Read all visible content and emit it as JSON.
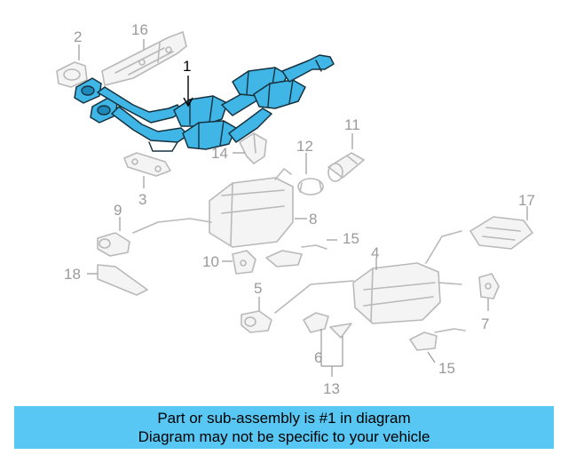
{
  "diagram": {
    "callouts": {
      "c1": "1",
      "c2": "2",
      "c3": "3",
      "c4": "4",
      "c5": "5",
      "c6": "6",
      "c7": "7",
      "c8": "8",
      "c9": "9",
      "c10": "10",
      "c11": "11",
      "c12": "12",
      "c13": "13",
      "c14": "14",
      "c15a": "15",
      "c15b": "15",
      "c16": "16",
      "c17": "17",
      "c18": "18"
    },
    "highlight_color": "#3fb6e6"
  },
  "banner": {
    "line1": "Part or sub-assembly is #1 in diagram",
    "line2": "Diagram may not be specific to your vehicle",
    "background": "#58c7f3"
  }
}
